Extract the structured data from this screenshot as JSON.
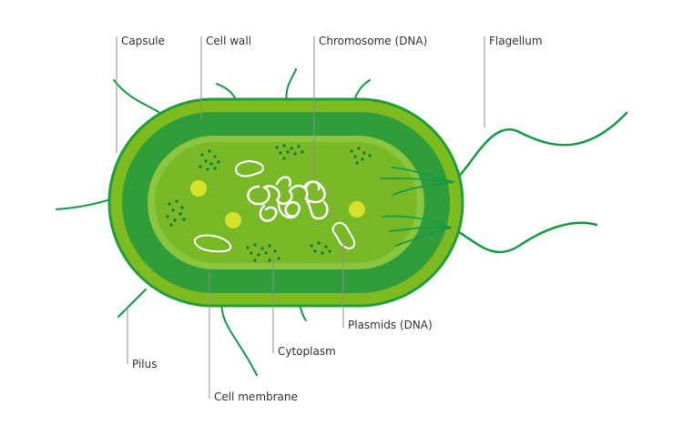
{
  "labels": {
    "capsule": "Capsule",
    "cell_wall": "Cell wall",
    "chromosome": "Chromosome (DNA)",
    "flagellum": "Flagellum",
    "pilus": "Pilus",
    "cell_membrane": "Cell membrane",
    "cytoplasm": "Cytoplasm",
    "plasmids": "Plasmids (DNA)"
  },
  "colors": {
    "capsule": "#7dbb1f",
    "capsule_outline": "#1f9f3c",
    "cell_wall": "#2f9e3a",
    "membrane": "#8cc63f",
    "cytoplasm": "#79b928",
    "ribosome": "#0d7a37",
    "granule": "#d6e32a",
    "dna": "#ffffff",
    "appendage": "#169b45",
    "leader": "#8c8c8c",
    "text": "#333333"
  }
}
